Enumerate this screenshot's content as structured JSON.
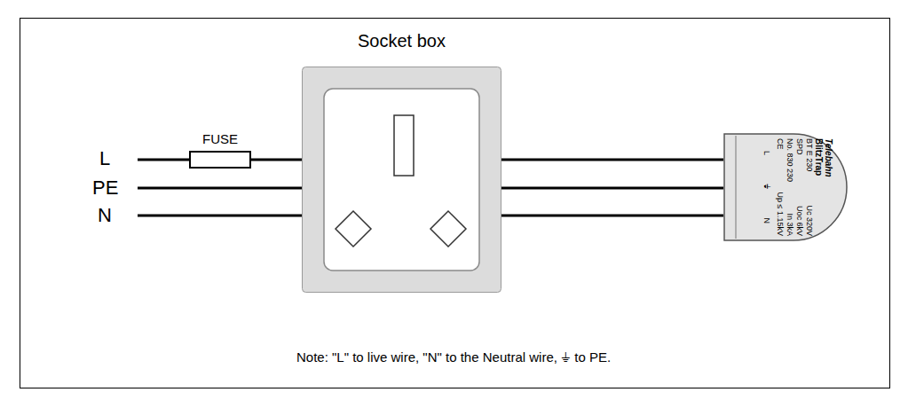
{
  "diagram": {
    "nodes": [
      {
        "text": [
          "FUSE"
        ]
      },
      {
        "text": [
          "Socket box"
        ]
      },
      {
        "text": [
          "Telebahn",
          "BlitzTrap",
          "BT E 230",
          "SPD",
          "No. 830 230",
          "Uc 320V",
          "Uoc 6kV",
          "In 3kA",
          "Up ≤ 1.15kV",
          "CE",
          "L",
          "⏚",
          "N"
        ]
      }
    ],
    "edges": [
      {
        "from": 0,
        "to": 1,
        "arrow": "none"
      },
      {
        "from": 1,
        "to": 2,
        "arrow": "none"
      },
      {
        "from": 1,
        "to": 2,
        "arrow": "none"
      },
      {
        "from": 1,
        "to": 2,
        "arrow": "none"
      }
    ],
    "labels": [
      "L",
      "PE",
      "N",
      "Note: \"L\" to live wire, \"N\" to the Neutral wire, ⏚ to PE."
    ]
  }
}
